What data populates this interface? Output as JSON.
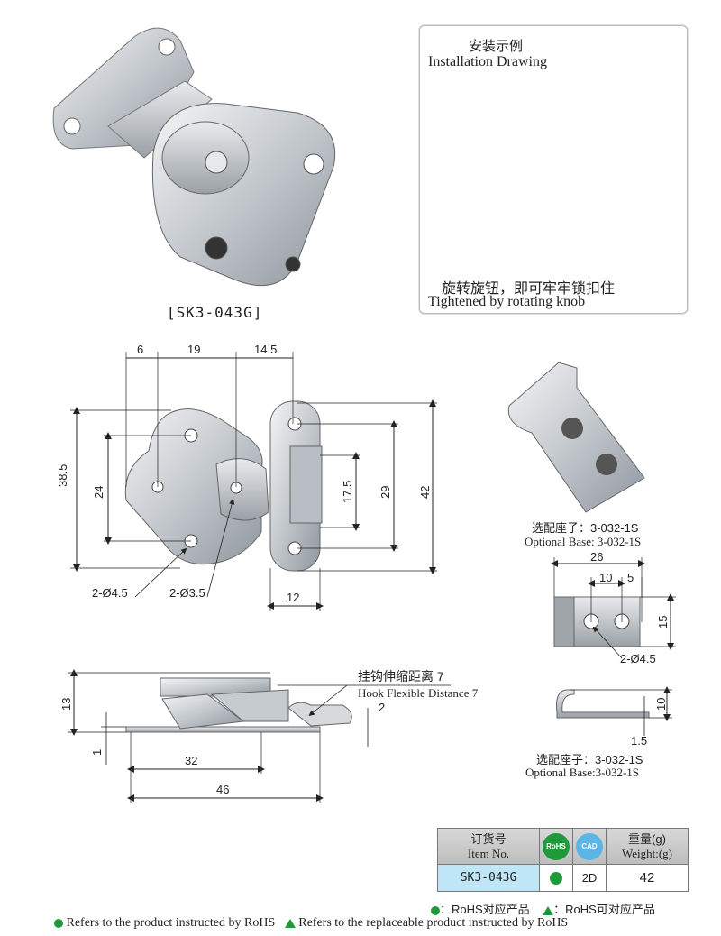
{
  "product": {
    "model_label": "[SK3-043G]"
  },
  "installation": {
    "title_cn": "安装示例",
    "title_en": "Installation Drawing",
    "caption_cn": "旋转旋钮，即可牢牢锁扣住",
    "caption_en": "Tightened by rotating knob"
  },
  "front_view_dims": {
    "d6": "6",
    "d19": "19",
    "d14_5": "14.5",
    "d38_5": "38.5",
    "d24": "24",
    "d17_5": "17.5",
    "d29": "29",
    "d42": "42",
    "d12": "12",
    "hole_a": "2-Ø4.5",
    "hole_b": "2-Ø3.5"
  },
  "side_view_dims": {
    "d13": "13",
    "d1": "1",
    "d2": "2",
    "d32": "32",
    "d46": "46",
    "hook_cn": "挂钩伸缩距离 7",
    "hook_en": "Hook Flexible Distance 7"
  },
  "optional_base_top": {
    "label_cn": "选配座子：3-032-1S",
    "label_en": "Optional Base: 3-032-1S",
    "d26": "26",
    "d10": "10",
    "d5": "5",
    "d15": "15",
    "hole": "2-Ø4.5"
  },
  "optional_base_side": {
    "d10": "10",
    "d1_5": "1.5",
    "label_cn": "选配座子：3-032-1S",
    "label_en": "Optional Base:3-032-1S"
  },
  "order_table": {
    "h_item_cn": "订货号",
    "h_item_en": "Item No.",
    "h_rohs_badge": "RoHS",
    "h_cad_badge": "CAD",
    "h_weight_cn": "重量(g)",
    "h_weight_en": "Weight:(g)",
    "item_no": "SK3-043G",
    "cad": "2D",
    "weight": "42"
  },
  "legend": {
    "cn_dot": "：RoHS对应产品",
    "cn_tri": "：RoHS可对应产品",
    "en_dot": "Refers to the product instructed by RoHS",
    "en_tri": "Refers to the replaceable product instructed by RoHS"
  },
  "colors": {
    "metal": "#c9cdd2",
    "metal_dark": "#8d939a",
    "rohs_green": "#1f9a3a",
    "item_cell": "#bfe6f7"
  }
}
